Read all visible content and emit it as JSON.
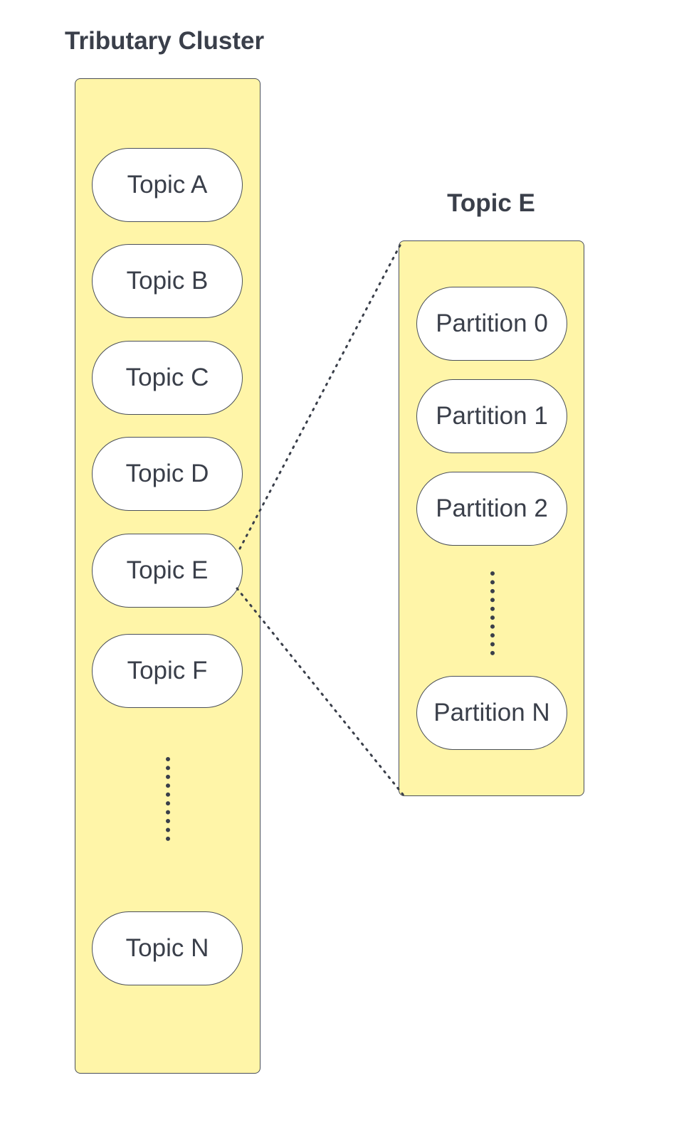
{
  "cluster": {
    "title": "Tributary Cluster",
    "topics": [
      "Topic A",
      "Topic B",
      "Topic C",
      "Topic D",
      "Topic E",
      "Topic F"
    ],
    "last_topic": "Topic N"
  },
  "detail": {
    "title": "Topic E",
    "partitions": [
      "Partition 0",
      "Partition 1",
      "Partition 2"
    ],
    "last_partition": "Partition N"
  },
  "colors": {
    "panel_fill": "#fff5a8",
    "pill_fill": "#ffffff",
    "stroke": "#4a4f58",
    "text": "#3a3f4a"
  }
}
